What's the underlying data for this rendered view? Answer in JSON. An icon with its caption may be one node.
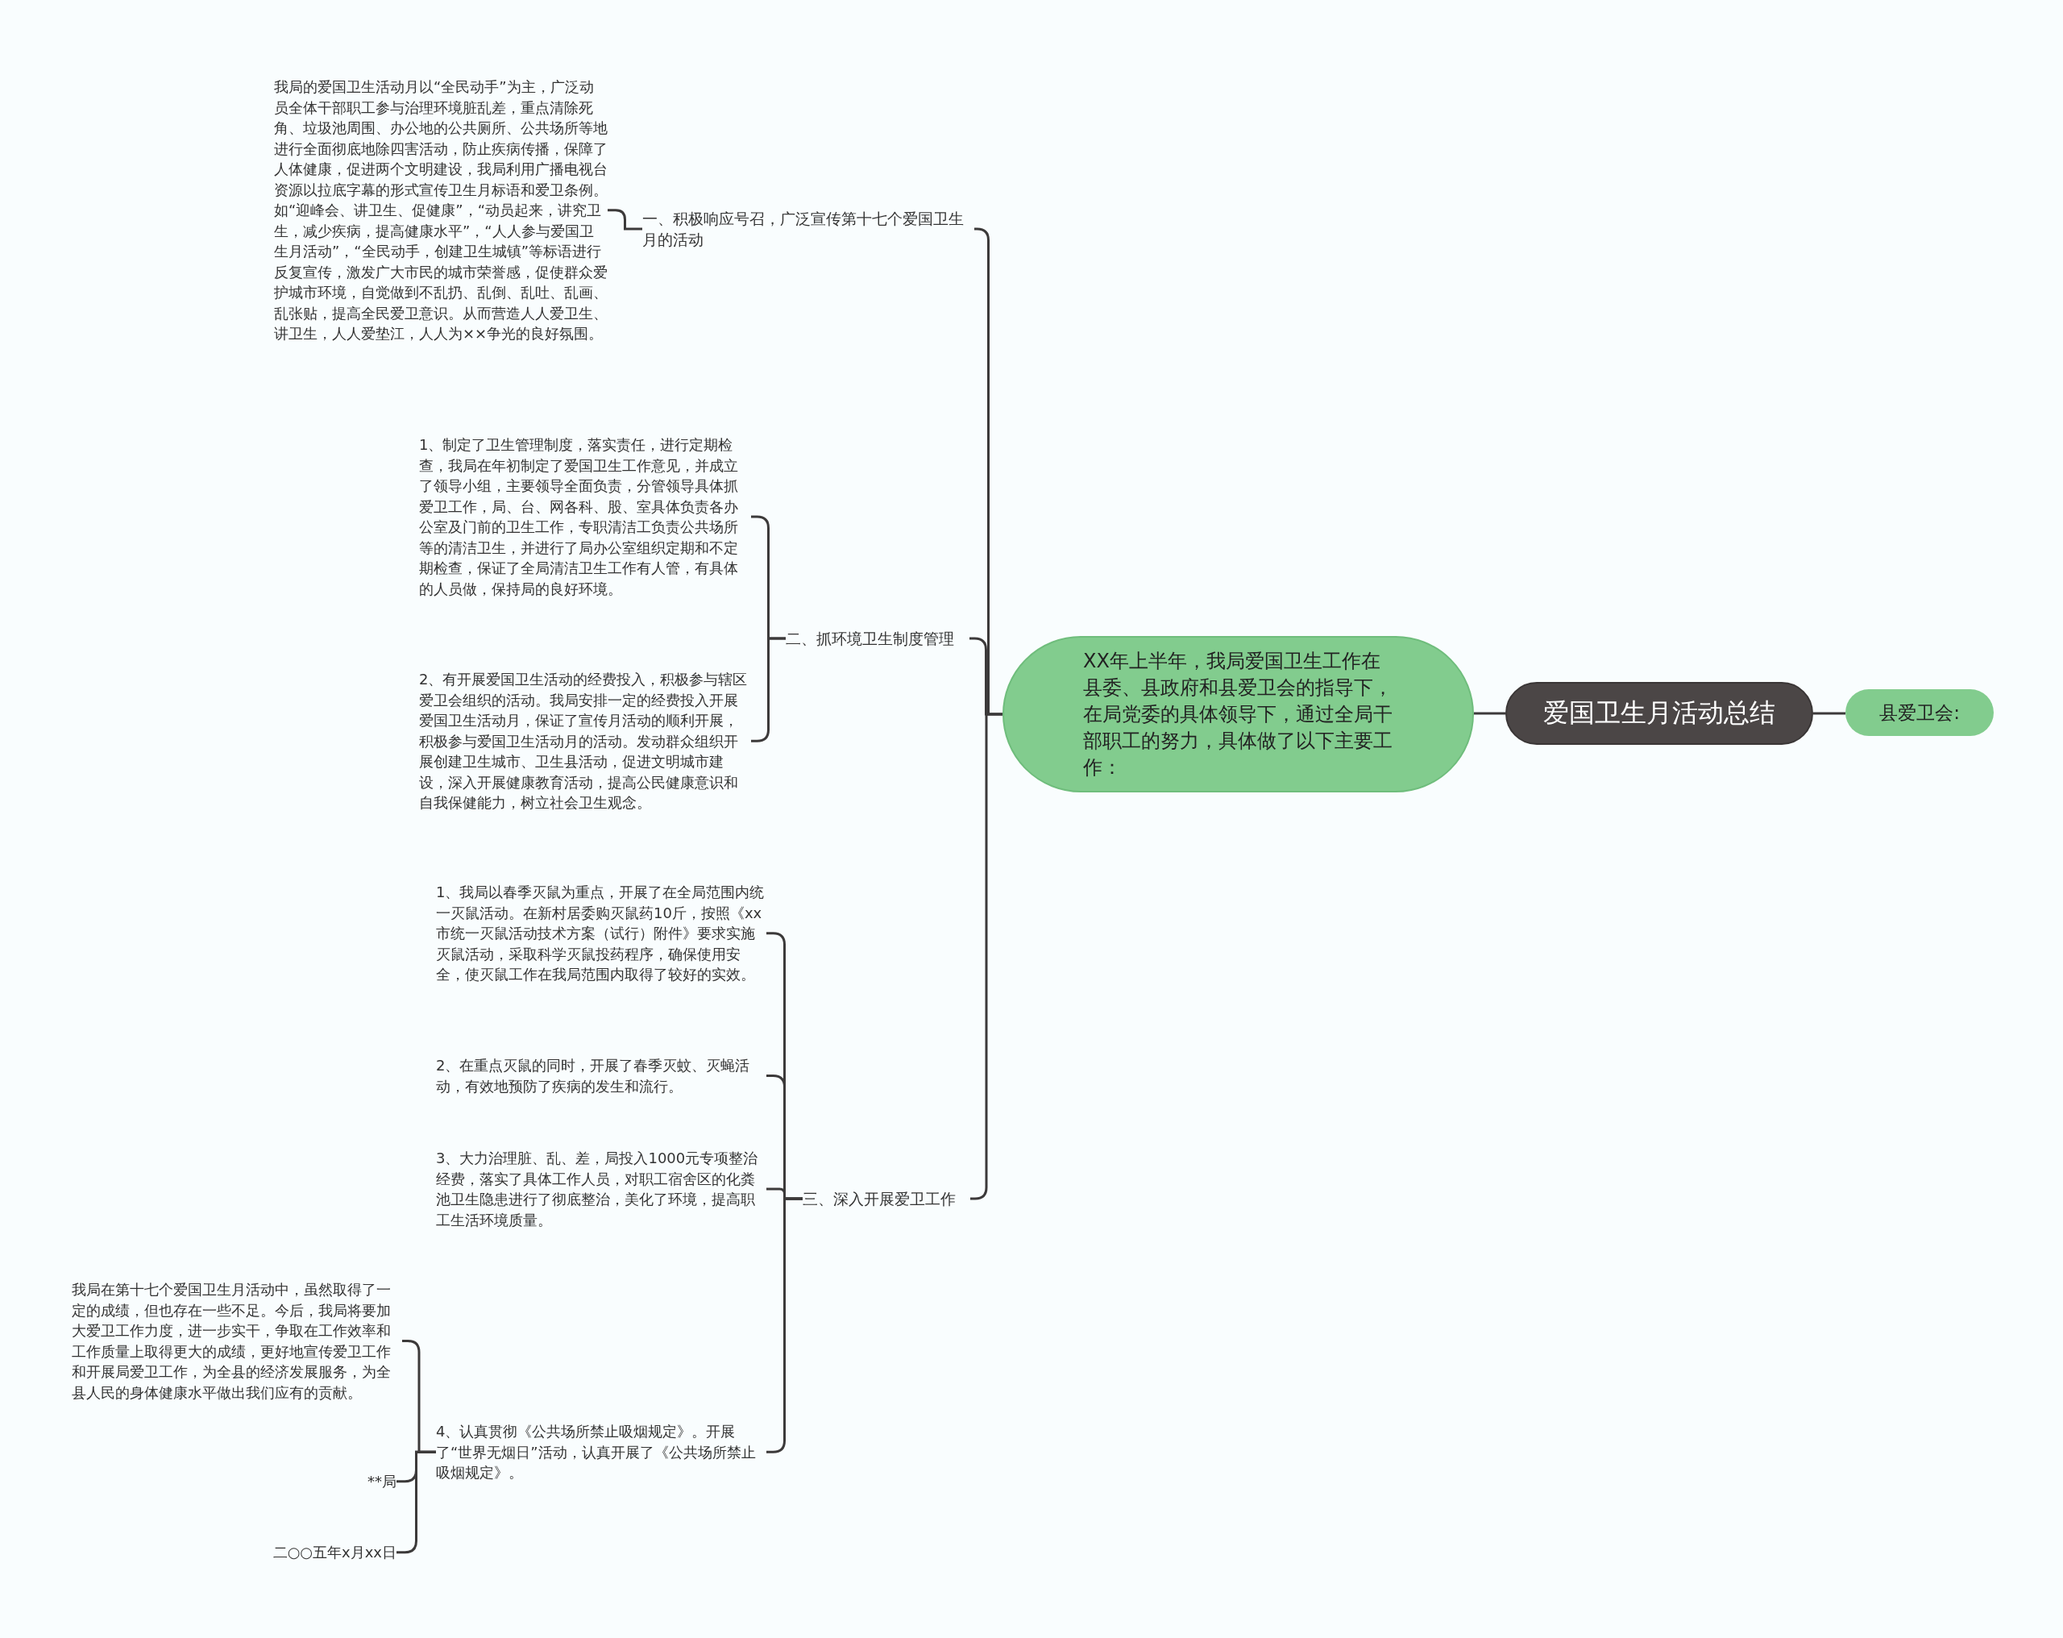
{
  "diagram": {
    "nodes": [
      {
        "text": [
          "爱国卫生月活动总结"
        ]
      },
      {
        "text": [
          "县爱卫会:"
        ]
      },
      {
        "text": [
          "XX年上半年，我局爱国卫生工作在县委、县政府和县爱卫会的指导下，在局党委的具体领导下，通过全局干部职工的努力，具体做了以下主要工作："
        ]
      },
      {
        "text": [
          "一、积极响应号召，广泛宣传第十七个爱国卫生月的活动"
        ]
      },
      {
        "text": [
          "我局的爱国卫生活动月以“全民动手”为主，广泛动员全体干部职工参与治理环境脏乱差，重点清除死角、垃圾池周围、办公地的公共厕所、公共场所等地进行全面彻底地除四害活动，防止疾病传播，保障了人体健康，促进两个文明建设，我局利用广播电视台资源以拉底字幕的形式宣传卫生月标语和爱卫条例。如“迎峰会、讲卫生、促健康”，“动员起来，讲究卫生，减少疾病，提高健康水平”，“人人参与爱国卫生月活动”，“全民动手，创建卫生城镇”等标语进行反复宣传，激发广大市民的城市荣誉感，促使群众爱护城市环境，自觉做到不乱扔、乱倒、乱吐、乱画、乱张贴，提高全民爱卫意识。从而营造人人爱卫生、讲卫生，人人爱垫江，人人为××争光的良好氛围。"
        ]
      },
      {
        "text": [
          "二、抓环境卫生制度管理"
        ]
      },
      {
        "text": [
          "1、制定了卫生管理制度，落实责任，进行定期检查，我局在年初制定了爱国卫生工作意见，并成立了领导小组，主要领导全面负责，分管领导具体抓爱卫工作，局、台、网各科、股、室具体负责各办公室及门前的卫生工作，专职清洁工负责公共场所等的清洁卫生，并进行了局办公室组织定期和不定期检查，保证了全局清洁卫生工作有人管，有具体的人员做，保持局的良好环境。"
        ]
      },
      {
        "text": [
          "2、有开展爱国卫生活动的经费投入，积极参与辖区爱卫会组织的活动。我局安排一定的经费投入开展爱国卫生活动月，保证了宣传月活动的顺利开展，积极参与爱国卫生活动月的活动。发动群众组织开展创建卫生城市、卫生县活动，促进文明城市建设，深入开展健康教育活动，提高公民健康意识和自我保健能力，树立社会卫生观念。"
        ]
      },
      {
        "text": [
          "三、深入开展爱卫工作"
        ]
      },
      {
        "text": [
          "1、我局以春季灭鼠为重点，开展了在全局范围内统一灭鼠活动。在新村居委购灭鼠药10斤，按照《xx市统一灭鼠活动技术方案（试行）附件》要求实施灭鼠活动，采取科学灭鼠投药程序，确保使用安全，使灭鼠工作在我局范围内取得了较好的实效。"
        ]
      },
      {
        "text": [
          "2、在重点灭鼠的同时，开展了春季灭蚊、灭蝇活动，有效地预防了疾病的发生和流行。"
        ]
      },
      {
        "text": [
          "3、大力治理脏、乱、差，局投入1000元专项整治经费，落实了具体工作人员，对职工宿舍区的化粪池卫生隐患进行了彻底整治，美化了环境，提高职工生活环境质量。"
        ]
      },
      {
        "text": [
          "4、认真贯彻《公共场所禁止吸烟规定》。开展了“世界无烟日”活动，认真开展了《公共场所禁止吸烟规定》。"
        ]
      },
      {
        "text": [
          "我局在第十七个爱国卫生月活动中，虽然取得了一定的成绩，但也存在一些不足。今后，我局将要加大爱卫工作力度，进一步实干，争取在工作效率和工作质量上取得更大的成绩，更好地宣传爱卫工作和开展局爱卫工作，为全县的经济发展服务，为全县人民的身体健康水平做出我们应有的贡献。"
        ]
      },
      {
        "text": [
          "**局"
        ]
      },
      {
        "text": [
          "二○○五年x月xx日"
        ]
      }
    ],
    "edges": [
      {
        "from": 0,
        "to": 1,
        "arrow": "none"
      },
      {
        "from": 0,
        "to": 2,
        "arrow": "none"
      },
      {
        "from": 2,
        "to": 3,
        "arrow": "none"
      },
      {
        "from": 2,
        "to": 5,
        "arrow": "none"
      },
      {
        "from": 2,
        "to": 8,
        "arrow": "none"
      },
      {
        "from": 3,
        "to": 4,
        "arrow": "none"
      },
      {
        "from": 5,
        "to": 6,
        "arrow": "none"
      },
      {
        "from": 5,
        "to": 7,
        "arrow": "none"
      },
      {
        "from": 8,
        "to": 9,
        "arrow": "none"
      },
      {
        "from": 8,
        "to": 10,
        "arrow": "none"
      },
      {
        "from": 8,
        "to": 11,
        "arrow": "none"
      },
      {
        "from": 8,
        "to": 12,
        "arrow": "none"
      },
      {
        "from": 12,
        "to": 13,
        "arrow": "none"
      },
      {
        "from": 12,
        "to": 14,
        "arrow": "none"
      },
      {
        "from": 12,
        "to": 15,
        "arrow": "none"
      }
    ]
  }
}
